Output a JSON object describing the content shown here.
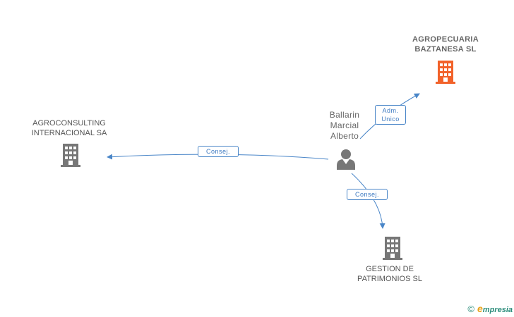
{
  "nodes": {
    "agropecuaria": {
      "label": "AGROPECUARIA\nBAZTANESA SL",
      "color": "#f2622a"
    },
    "agroconsulting": {
      "label": "AGROCONSULTING\nINTERNACIONAL SA",
      "color": "#777777"
    },
    "gestion": {
      "label": "GESTION DE\nPATRIMONIOS SL",
      "color": "#777777"
    },
    "person": {
      "label": "Ballarin\nMarcial\nAlberto",
      "color": "#777777"
    }
  },
  "edges": {
    "to_agropecuaria": "Adm.\nUnico",
    "to_agroconsulting": "Consej.",
    "to_gestion": "Consej."
  },
  "colors": {
    "edge": "#4a86c8"
  },
  "footer": {
    "copyright_symbol": "©",
    "brand_initial": "e",
    "brand_rest": "mpresia"
  }
}
